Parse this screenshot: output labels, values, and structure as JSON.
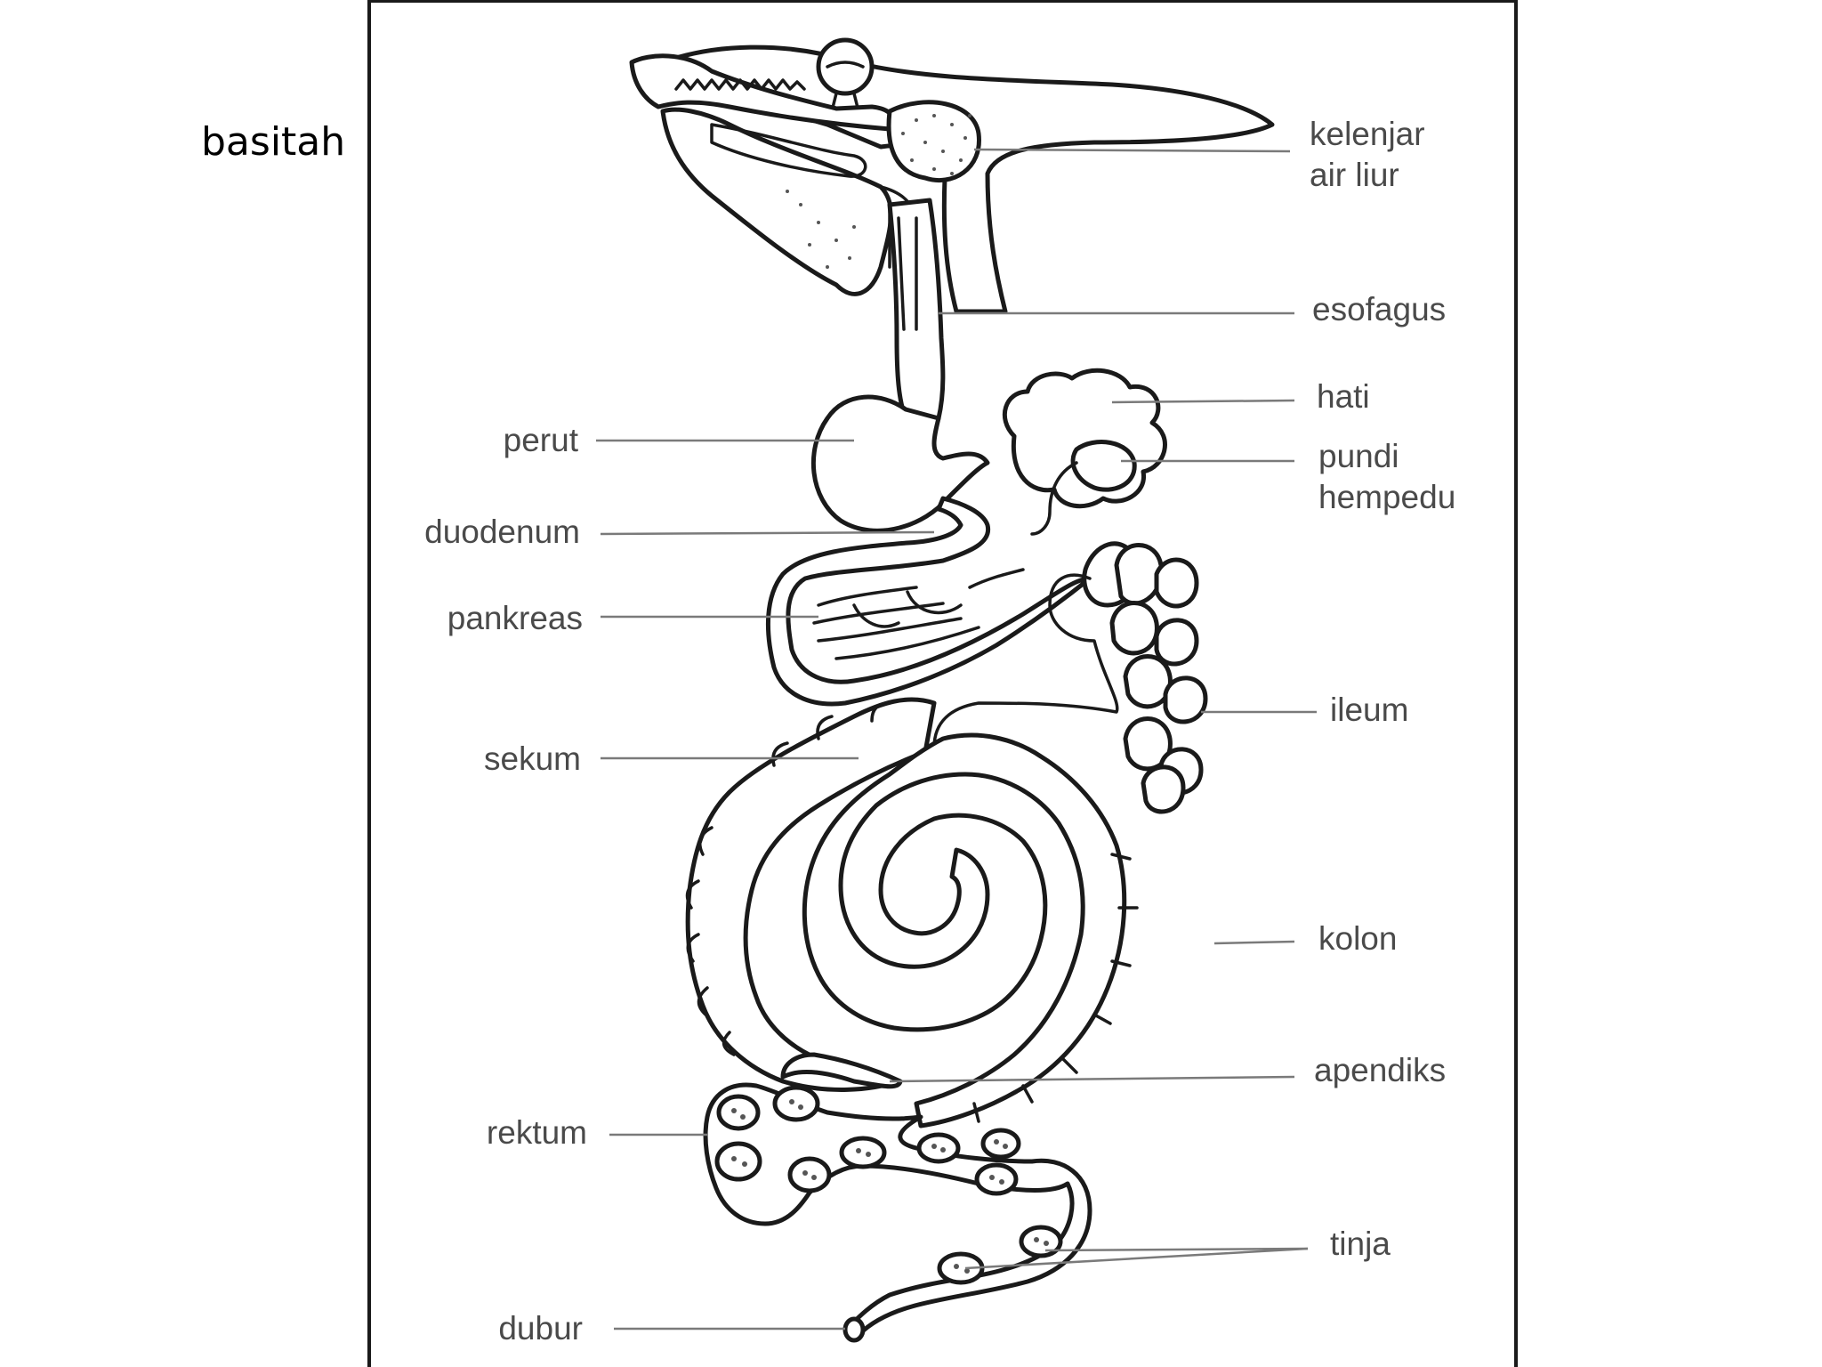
{
  "title": "basitah",
  "labels": {
    "salivary_gland": [
      "kelenjar",
      "air liur"
    ],
    "esophagus": "esofagus",
    "liver": "hati",
    "gall_bladder": [
      "pundi",
      "hempedu"
    ],
    "stomach": "perut",
    "duodenum": "duodenum",
    "pancreas": "pankreas",
    "ileum": "ileum",
    "caecum": "sekum",
    "colon": "kolon",
    "appendix": "apendiks",
    "rectum": "rektum",
    "faeces": "tinja",
    "anus": "dubur"
  }
}
